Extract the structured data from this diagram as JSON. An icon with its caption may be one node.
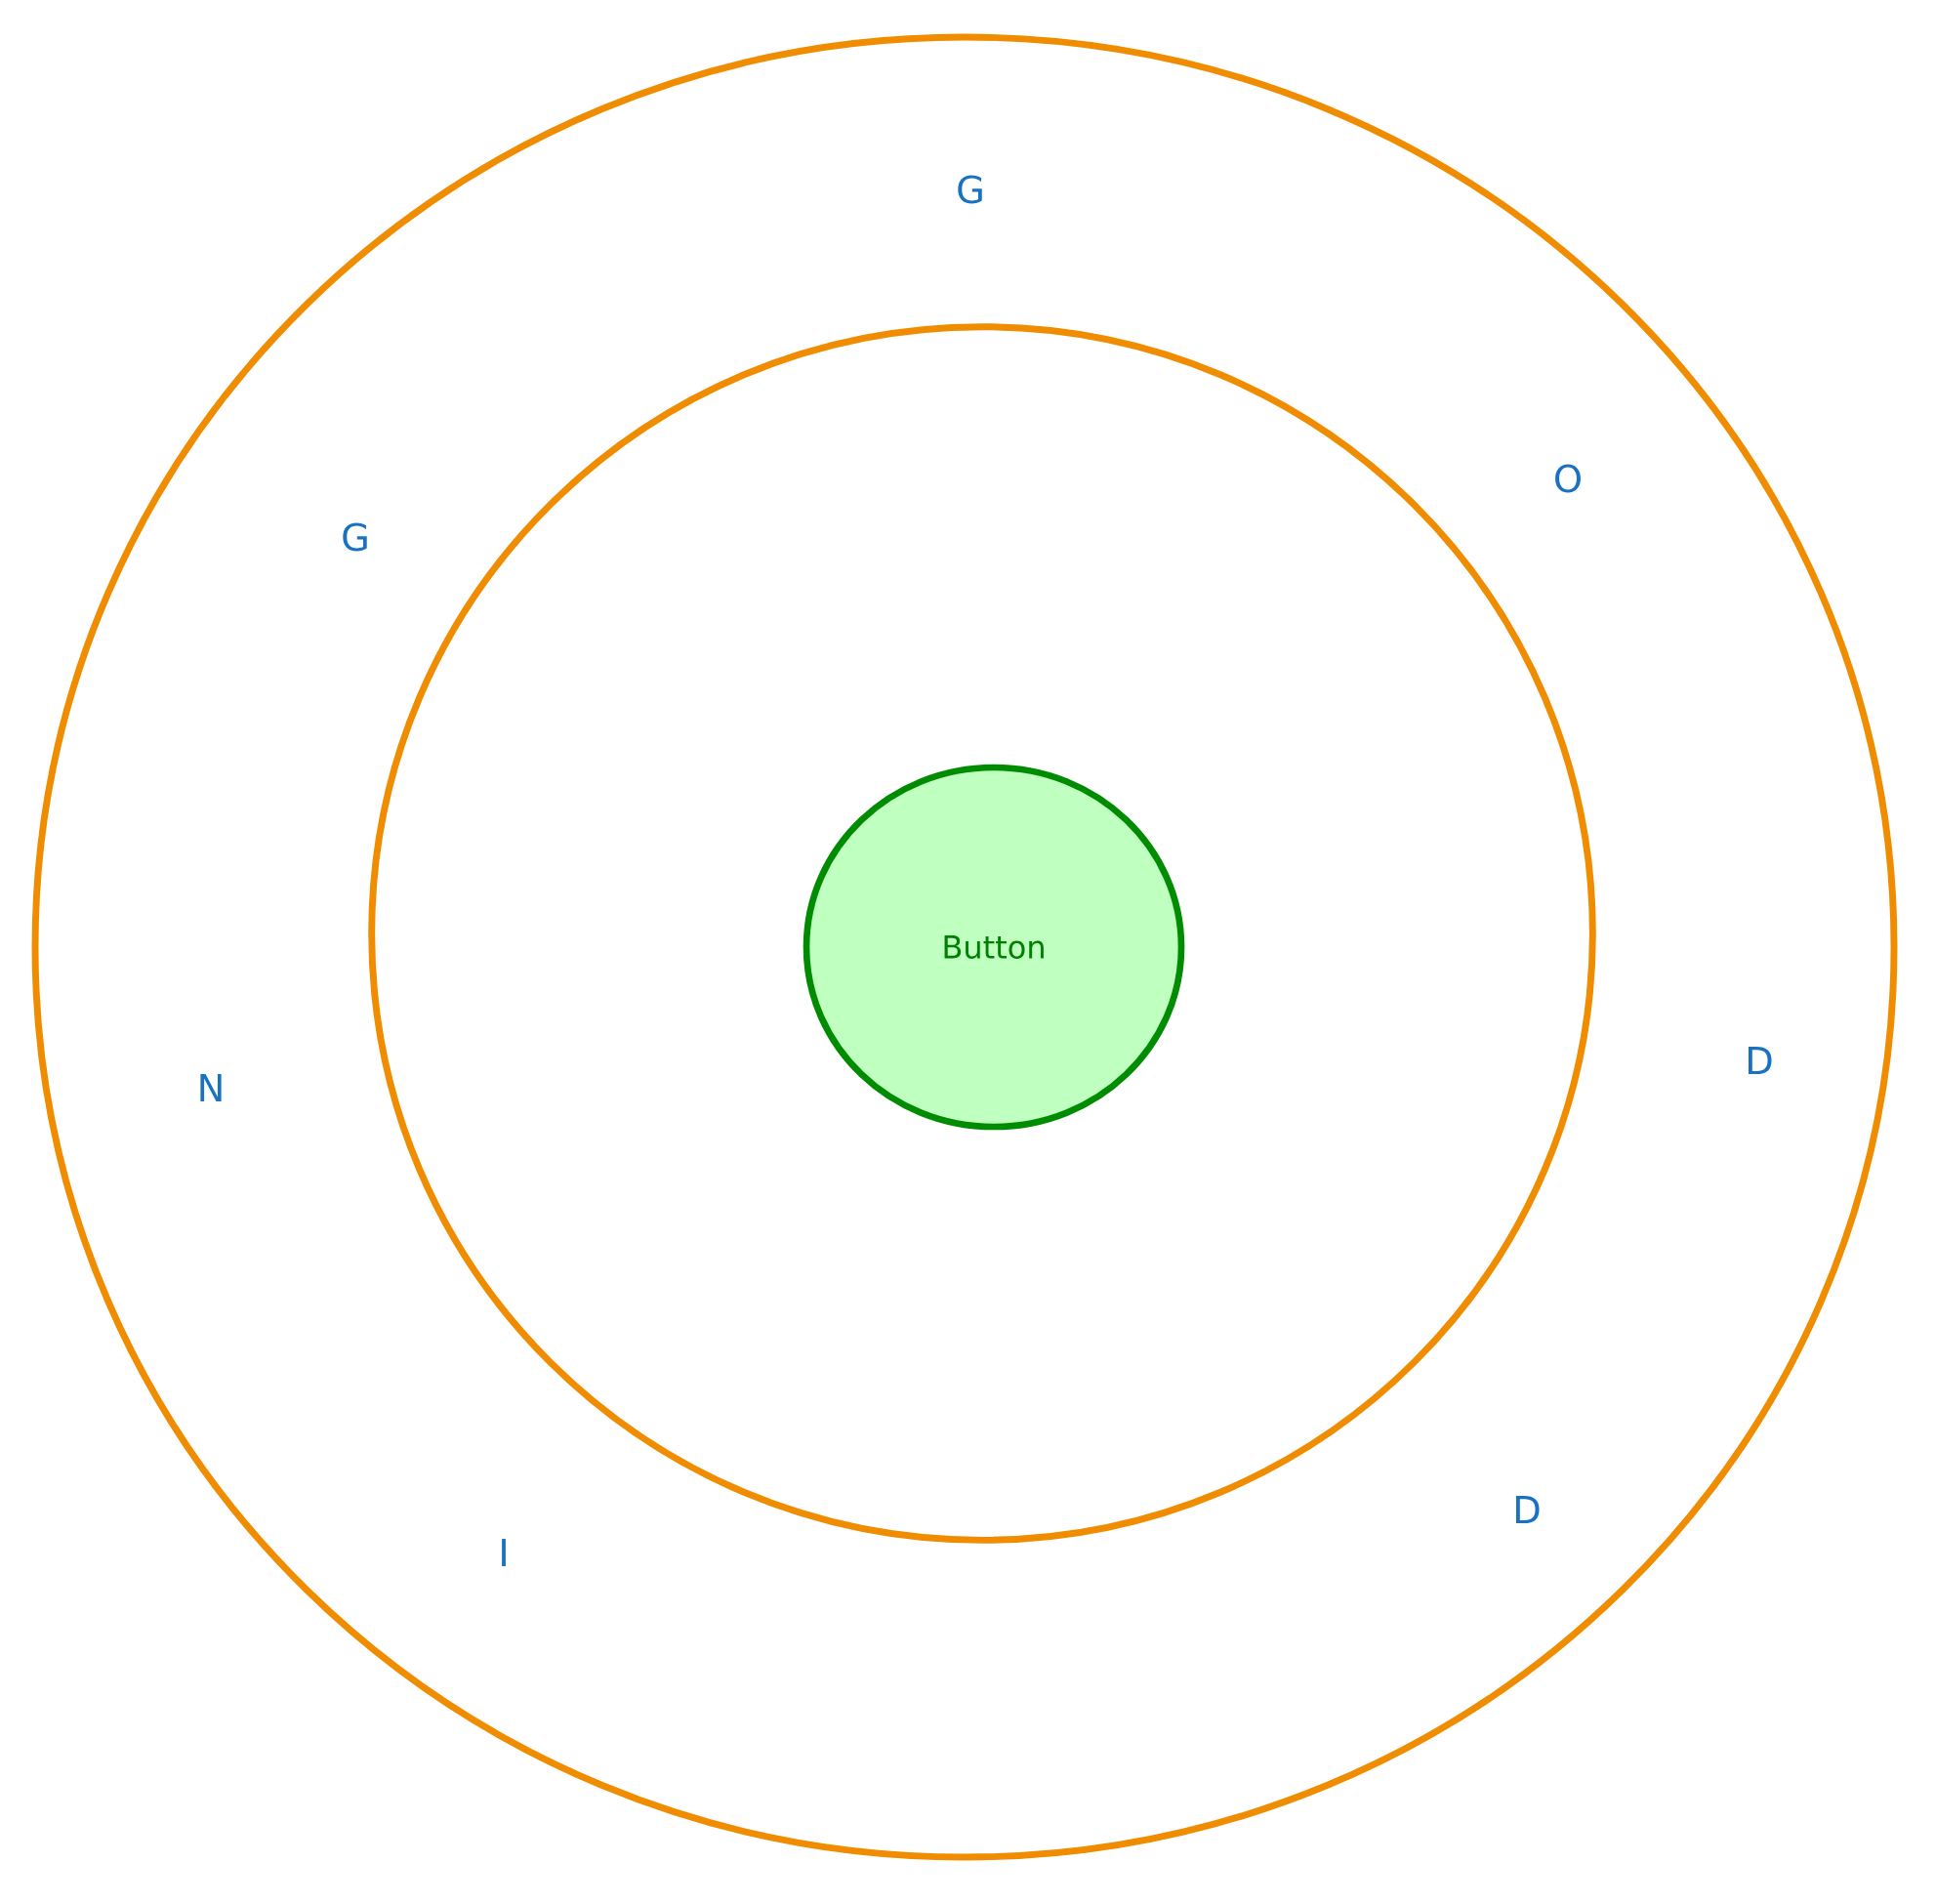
{
  "diagram": {
    "nodes": [
      {
        "text": [],
        "shape": "circle"
      },
      {
        "text": [],
        "shape": "circle",
        "in": 0
      },
      {
        "text": [
          "Button"
        ],
        "in": 1
      }
    ],
    "edges": [],
    "labels": [
      "G",
      "O",
      "D",
      "D",
      "I",
      "N",
      "G"
    ]
  }
}
